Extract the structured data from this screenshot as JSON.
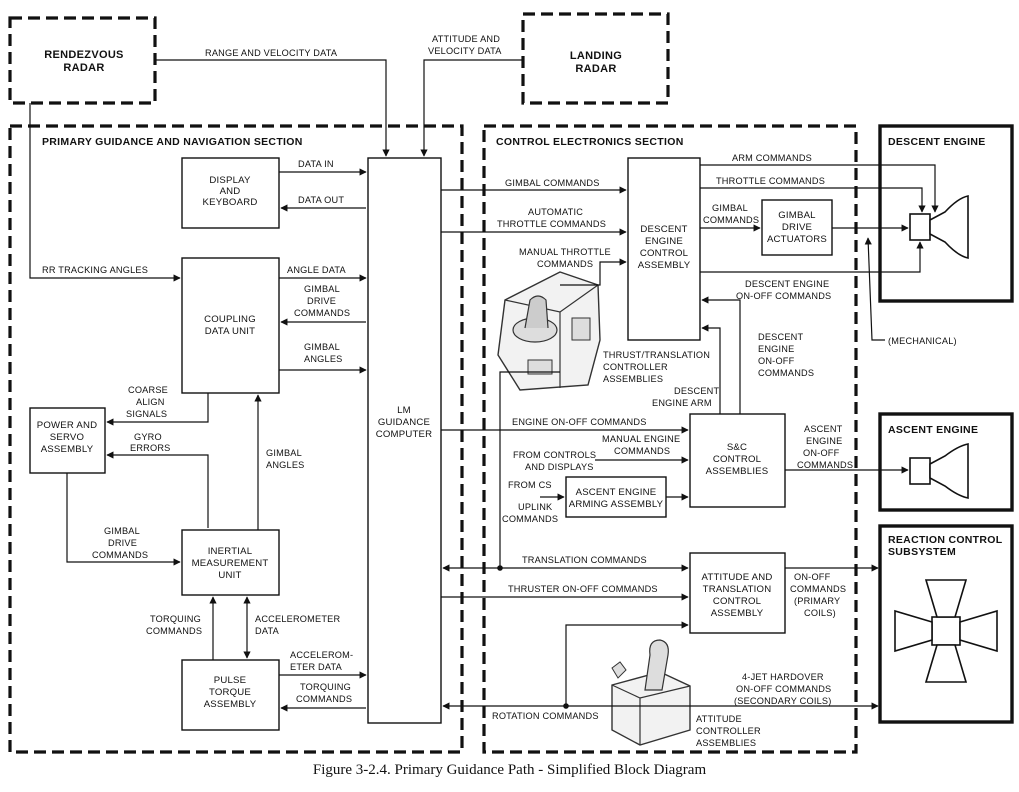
{
  "blocks": {
    "rendezvous_radar": [
      "RENDEZVOUS",
      "RADAR"
    ],
    "landing_radar": [
      "LANDING",
      "RADAR"
    ],
    "display_keyboard": [
      "DISPLAY",
      "AND",
      "KEYBOARD"
    ],
    "coupling_data_unit": [
      "COUPLING",
      "DATA UNIT"
    ],
    "power_servo": [
      "POWER AND",
      "SERVO",
      "ASSEMBLY"
    ],
    "imu": [
      "INERTIAL",
      "MEASUREMENT",
      "UNIT"
    ],
    "pulse_torque": [
      "PULSE",
      "TORQUE",
      "ASSEMBLY"
    ],
    "lgc": [
      "LM",
      "GUIDANCE",
      "COMPUTER"
    ],
    "descent_engine_control": [
      "DESCENT",
      "ENGINE",
      "CONTROL",
      "ASSEMBLY"
    ],
    "gimbal_drive_actuators": [
      "GIMBAL",
      "DRIVE",
      "ACTUATORS"
    ],
    "sc_control": [
      "S&C",
      "CONTROL",
      "ASSEMBLIES"
    ],
    "ascent_arming": [
      "ASCENT ENGINE",
      "ARMING ASSEMBLY"
    ],
    "attitude_translation": [
      "ATTITUDE AND",
      "TRANSLATION",
      "CONTROL",
      "ASSEMBLY"
    ]
  },
  "sections": {
    "pgns": "PRIMARY GUIDANCE AND NAVIGATION SECTION",
    "ces": "CONTROL ELECTRONICS SECTION",
    "descent_engine": "DESCENT ENGINE",
    "ascent_engine": "ASCENT ENGINE",
    "rcs": [
      "REACTION CONTROL",
      "SUBSYSTEM"
    ]
  },
  "signals": {
    "range_velocity": "RANGE AND VELOCITY DATA",
    "attitude_velocity": [
      "ATTITUDE AND",
      "VELOCITY DATA"
    ],
    "data_in": "DATA IN",
    "data_out": "DATA OUT",
    "rr_tracking": "RR TRACKING ANGLES",
    "angle_data": "ANGLE DATA",
    "gimbal_drive_cmds": [
      "GIMBAL",
      "DRIVE",
      "COMMANDS"
    ],
    "gimbal_angles_right": [
      "GIMBAL",
      "ANGLES"
    ],
    "coarse_align": [
      "COARSE",
      "ALIGN",
      "SIGNALS"
    ],
    "gyro_errors": [
      "GYRO",
      "ERRORS"
    ],
    "gimbal_angles_left": [
      "GIMBAL",
      "ANGLES"
    ],
    "gimbal_drive_cmds_left": [
      "GIMBAL",
      "DRIVE",
      "COMMANDS"
    ],
    "torquing_cmds_left": [
      "TORQUING",
      "COMMANDS"
    ],
    "accelerometer_data": [
      "ACCELEROMETER",
      "DATA"
    ],
    "accelerometer_data_right": [
      "ACCELEROM-",
      "ETER DATA"
    ],
    "torquing_cmds_right": [
      "TORQUING",
      "COMMANDS"
    ],
    "gimbal_commands": "GIMBAL COMMANDS",
    "auto_throttle": [
      "AUTOMATIC",
      "THROTTLE COMMANDS"
    ],
    "manual_throttle": [
      "MANUAL THROTTLE",
      "COMMANDS"
    ],
    "arm_commands": "ARM COMMANDS",
    "throttle_commands": "THROTTLE COMMANDS",
    "gimbal_commands_2": [
      "GIMBAL",
      "COMMANDS"
    ],
    "descent_onoff_right": [
      "DESCENT ENGINE",
      "ON-OFF COMMANDS"
    ],
    "mechanical": "(MECHANICAL)",
    "thrust_translation": [
      "THRUST/TRANSLATION",
      "CONTROLLER",
      "ASSEMBLIES"
    ],
    "descent_onoff_vert": [
      "DESCENT",
      "ENGINE",
      "ON-OFF",
      "COMMANDS"
    ],
    "descent_arm": [
      "DESCENT",
      "ENGINE ARM"
    ],
    "engine_onoff": "ENGINE ON-OFF COMMANDS",
    "manual_engine": [
      "MANUAL ENGINE",
      "COMMANDS"
    ],
    "from_controls": [
      "FROM CONTROLS",
      "AND DISPLAYS"
    ],
    "from_cs": "FROM CS",
    "uplink": [
      "UPLINK",
      "COMMANDS"
    ],
    "ascent_onoff": [
      "ASCENT",
      "ENGINE",
      "ON-OFF",
      "COMMANDS"
    ],
    "translation_cmds": "TRANSLATION COMMANDS",
    "thruster_onoff": "THRUSTER ON-OFF COMMANDS",
    "onoff_primary": [
      "ON-OFF",
      "COMMANDS",
      "(PRIMARY",
      "COILS)"
    ],
    "four_jet": [
      "4-JET HARDOVER",
      "ON-OFF COMMANDS",
      "(SECONDARY COILS)"
    ],
    "rotation_cmds": "ROTATION COMMANDS",
    "attitude_controller": [
      "ATTITUDE",
      "CONTROLLER",
      "ASSEMBLIES"
    ]
  },
  "caption": "Figure 3-2.4.   Primary Guidance Path - Simplified Block Diagram"
}
